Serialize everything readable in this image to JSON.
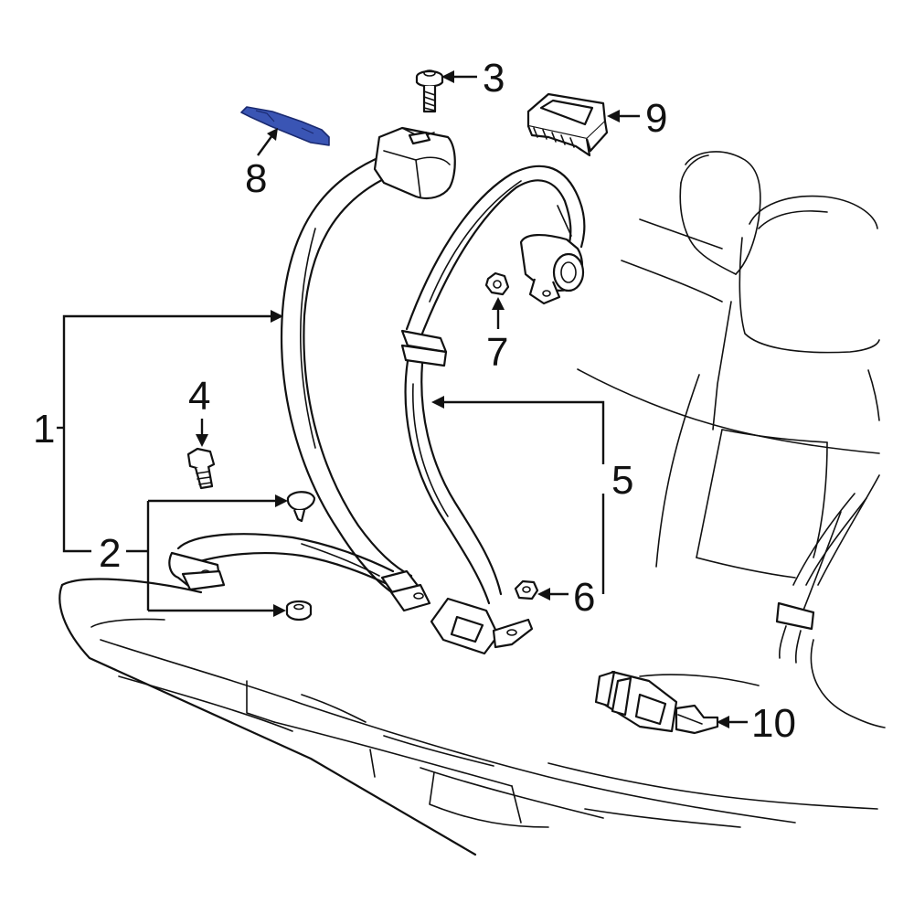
{
  "figure": {
    "highlight_color": "#3a55b4",
    "line_color": "#111111",
    "callouts": [
      {
        "id": "1",
        "label": "1"
      },
      {
        "id": "2",
        "label": "2"
      },
      {
        "id": "3",
        "label": "3"
      },
      {
        "id": "4",
        "label": "4"
      },
      {
        "id": "5",
        "label": "5"
      },
      {
        "id": "6",
        "label": "6"
      },
      {
        "id": "7",
        "label": "7"
      },
      {
        "id": "8",
        "label": "8"
      },
      {
        "id": "9",
        "label": "9"
      },
      {
        "id": "10",
        "label": "10"
      }
    ],
    "highlighted_part": "8"
  }
}
